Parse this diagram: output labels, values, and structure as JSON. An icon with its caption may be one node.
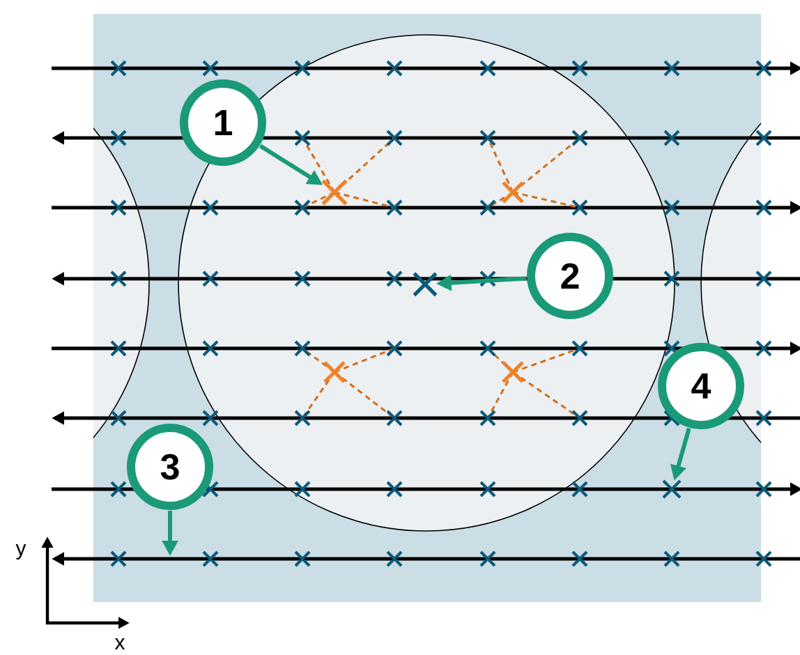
{
  "diagram": {
    "nodes": [
      {
        "text": [
          "1"
        ]
      },
      {
        "text": [],
        "shape": "cross"
      },
      {
        "text": [
          "2"
        ]
      },
      {
        "text": [],
        "shape": "cross"
      },
      {
        "text": [
          "3"
        ]
      },
      {
        "text": [
          "4"
        ]
      },
      {
        "text": [],
        "shape": "cross"
      }
    ],
    "edges": [
      {
        "from": 0,
        "to": 1,
        "arrow": "to"
      },
      {
        "from": 2,
        "to": 3,
        "arrow": "to"
      },
      {
        "from": 4,
        "to": null,
        "arrow": "to"
      },
      {
        "from": 5,
        "to": 6,
        "arrow": "to"
      }
    ],
    "labels": [
      "y",
      "x"
    ]
  }
}
